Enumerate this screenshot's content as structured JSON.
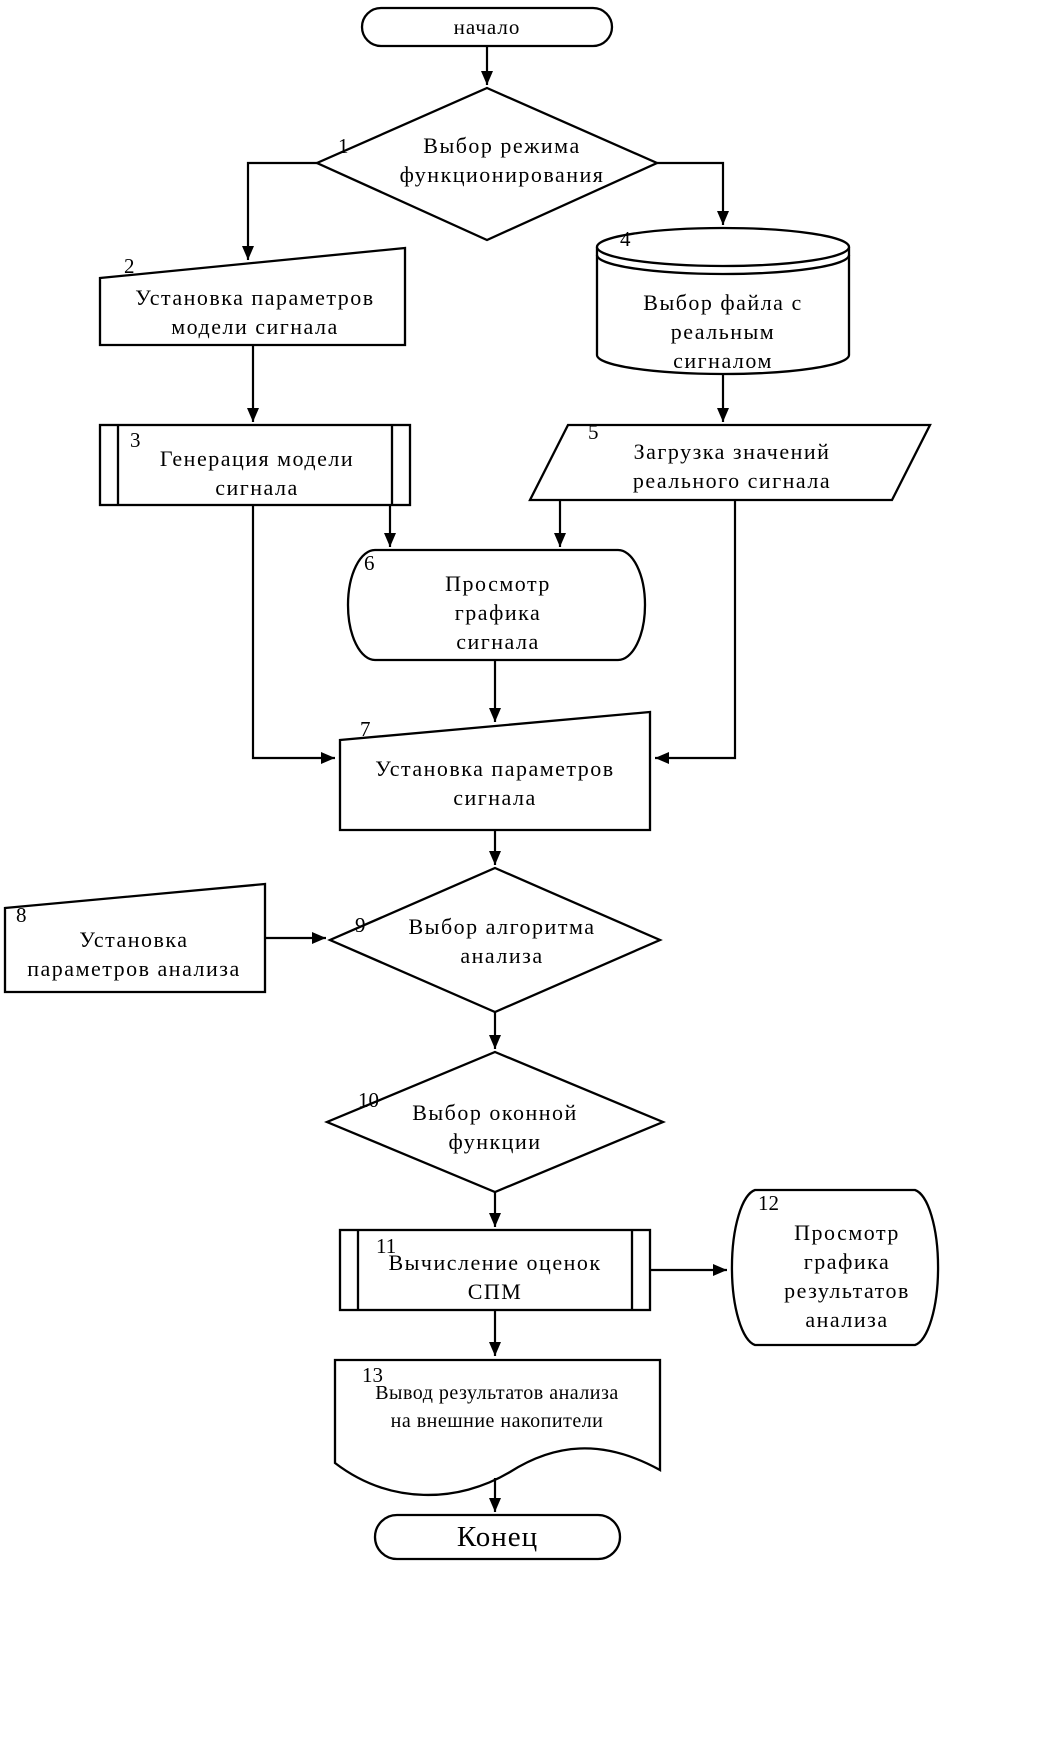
{
  "diagram": {
    "kind": "flowchart",
    "colors": {
      "stroke": "#000000",
      "fill": "#ffffff",
      "background": "#ffffff"
    },
    "nodes": {
      "start": {
        "label": "начало",
        "type": "terminator"
      },
      "n1": {
        "number": "1",
        "label": "Выбор режима\nфункционирования",
        "type": "decision"
      },
      "n2": {
        "number": "2",
        "label": "Установка параметров\nмодели сигнала",
        "type": "manual-input"
      },
      "n3": {
        "number": "3",
        "label": "Генерация модели\nсигнала",
        "type": "predefined-process"
      },
      "n4": {
        "number": "4",
        "label": "Выбор файла с\nреальным\nсигналом",
        "type": "stored-data-disk"
      },
      "n5": {
        "number": "5",
        "label": "Загрузка значений\nреального сигнала",
        "type": "data"
      },
      "n6": {
        "number": "6",
        "label": "Просмотр\nграфика\nсигнала",
        "type": "display"
      },
      "n7": {
        "number": "7",
        "label": "Установка параметров\nсигнала",
        "type": "manual-input"
      },
      "n8": {
        "number": "8",
        "label": "Установка\nпараметров анализа",
        "type": "manual-input"
      },
      "n9": {
        "number": "9",
        "label": "Выбор алгоритма\nанализа",
        "type": "decision"
      },
      "n10": {
        "number": "10",
        "label": "Выбор оконной\nфункции",
        "type": "decision"
      },
      "n11": {
        "number": "11",
        "label": "Вычисление оценок\nСПМ",
        "type": "predefined-process"
      },
      "n12": {
        "number": "12",
        "label": "Просмотр\nграфика\nрезультатов\nанализа",
        "type": "display"
      },
      "n13": {
        "number": "13",
        "label": "Вывод результатов анализа\nна внешние накопители",
        "type": "document"
      },
      "end": {
        "label": "Конец",
        "type": "terminator"
      }
    }
  }
}
